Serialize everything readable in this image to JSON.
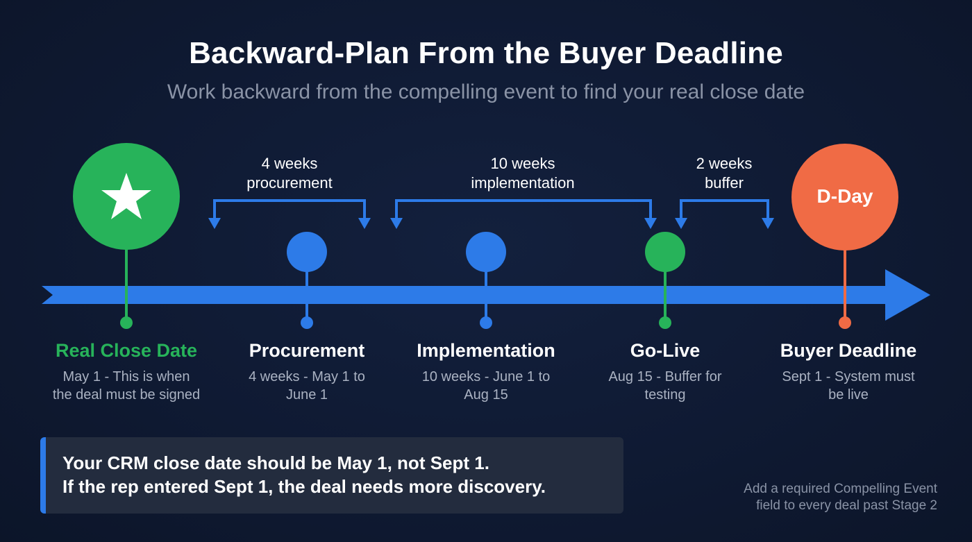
{
  "header": {
    "title": "Backward-Plan From the Buyer Deadline",
    "subtitle": "Work backward from the compelling event to find your real close date"
  },
  "colors": {
    "background": "#0f1a33",
    "timeline_blue": "#2d7be8",
    "green": "#27b35a",
    "orange": "#f06b45",
    "callout_bg": "#232c3e",
    "muted_text": "#8a93a6"
  },
  "spans": [
    {
      "line1": "4 weeks",
      "line2": "procurement"
    },
    {
      "line1": "10 weeks",
      "line2": "implementation"
    },
    {
      "line1": "2 weeks",
      "line2": "buffer"
    }
  ],
  "milestones": [
    {
      "icon": "star-icon",
      "title": "Real Close Date",
      "desc_line1": "May 1 - This is when",
      "desc_line2": "the deal must be signed",
      "color": "#27b35a"
    },
    {
      "title": "Procurement",
      "desc_line1": "4 weeks - May 1 to",
      "desc_line2": "June 1",
      "color": "#2d7be8"
    },
    {
      "title": "Implementation",
      "desc_line1": "10 weeks - June 1 to",
      "desc_line2": "Aug 15",
      "color": "#2d7be8"
    },
    {
      "title": "Go-Live",
      "desc_line1": "Aug 15 - Buffer for",
      "desc_line2": "testing",
      "color": "#27b35a"
    },
    {
      "badge": "D-Day",
      "title": "Buyer Deadline",
      "desc_line1": "Sept 1 - System must",
      "desc_line2": "be live",
      "color": "#f06b45"
    }
  ],
  "callout": {
    "line1": "Your CRM close date should be May 1, not Sept 1.",
    "line2": "If the rep entered Sept 1, the deal needs more discovery."
  },
  "footnote": {
    "line1": "Add a required Compelling Event",
    "line2": "field to every deal past Stage 2"
  }
}
